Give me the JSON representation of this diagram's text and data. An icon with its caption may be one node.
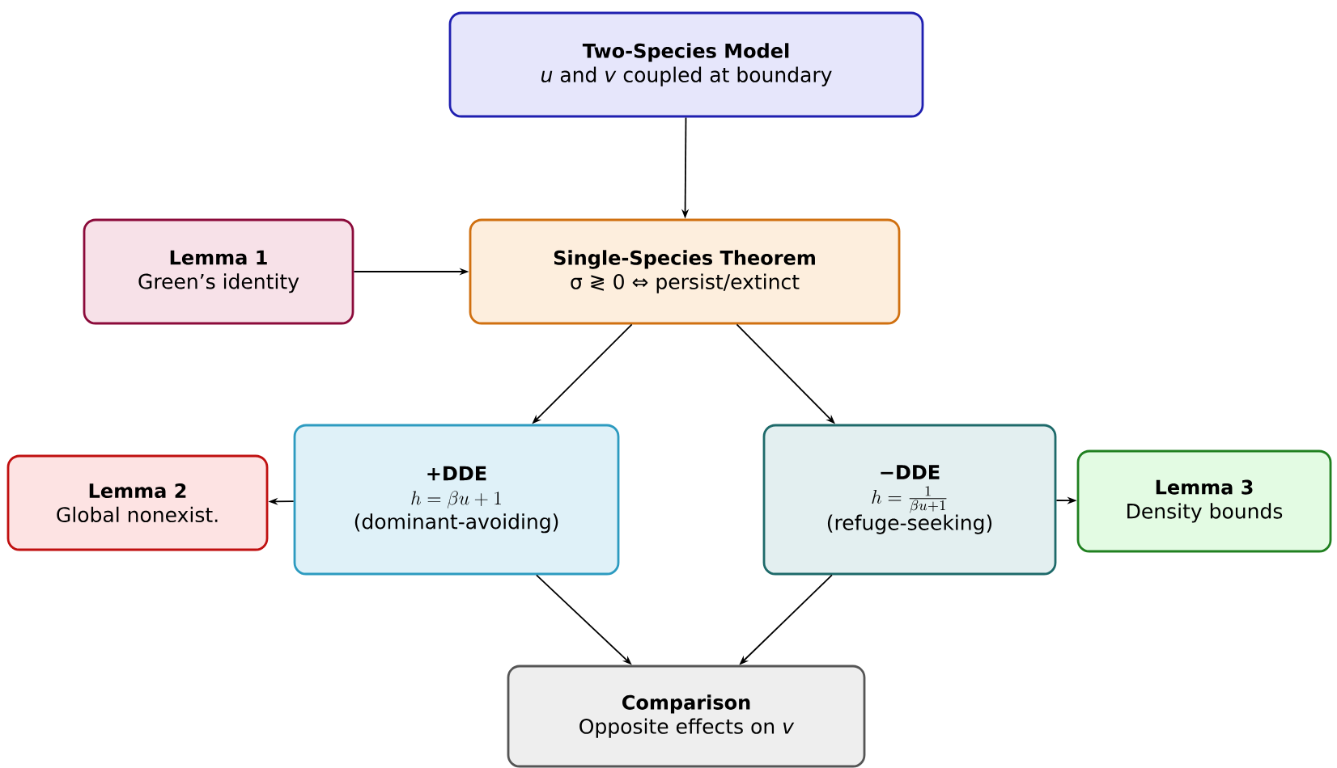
{
  "diagram": {
    "nodes": [
      {
        "text": [
          "Two-Species Model",
          "*u* and *v* coupled at boundary"
        ]
      },
      {
        "text": [
          "Lemma 1",
          "Green’s identity"
        ]
      },
      {
        "text": [
          "Single-Species Theorem",
          "σ ≷ 0 ⇔ persist/extinct"
        ]
      },
      {
        "text": [
          "Lemma 2",
          "Global nonexist."
        ]
      },
      {
        "text": [
          "+DDE",
          "h = \\beta u + 1",
          "(dominant-avoiding)"
        ]
      },
      {
        "text": [
          "−DDE",
          "h = \\frac{1}{\\beta u+1}",
          "(refuge-seeking)"
        ]
      },
      {
        "text": [
          "Lemma 3",
          "Density bounds"
        ]
      },
      {
        "text": [
          "Comparison",
          "Opposite effects on *v*"
        ]
      }
    ],
    "edges": [
      {
        "from": 0,
        "to": 2,
        "arrow": "to"
      },
      {
        "from": 1,
        "to": 2,
        "arrow": "to"
      },
      {
        "from": 2,
        "to": 4,
        "arrow": "to"
      },
      {
        "from": 2,
        "to": 5,
        "arrow": "to"
      },
      {
        "from": 4,
        "to": 3,
        "arrow": "to"
      },
      {
        "from": 5,
        "to": 6,
        "arrow": "to"
      },
      {
        "from": 4,
        "to": 7,
        "arrow": "to"
      },
      {
        "from": 5,
        "to": 7,
        "arrow": "to"
      }
    ]
  }
}
